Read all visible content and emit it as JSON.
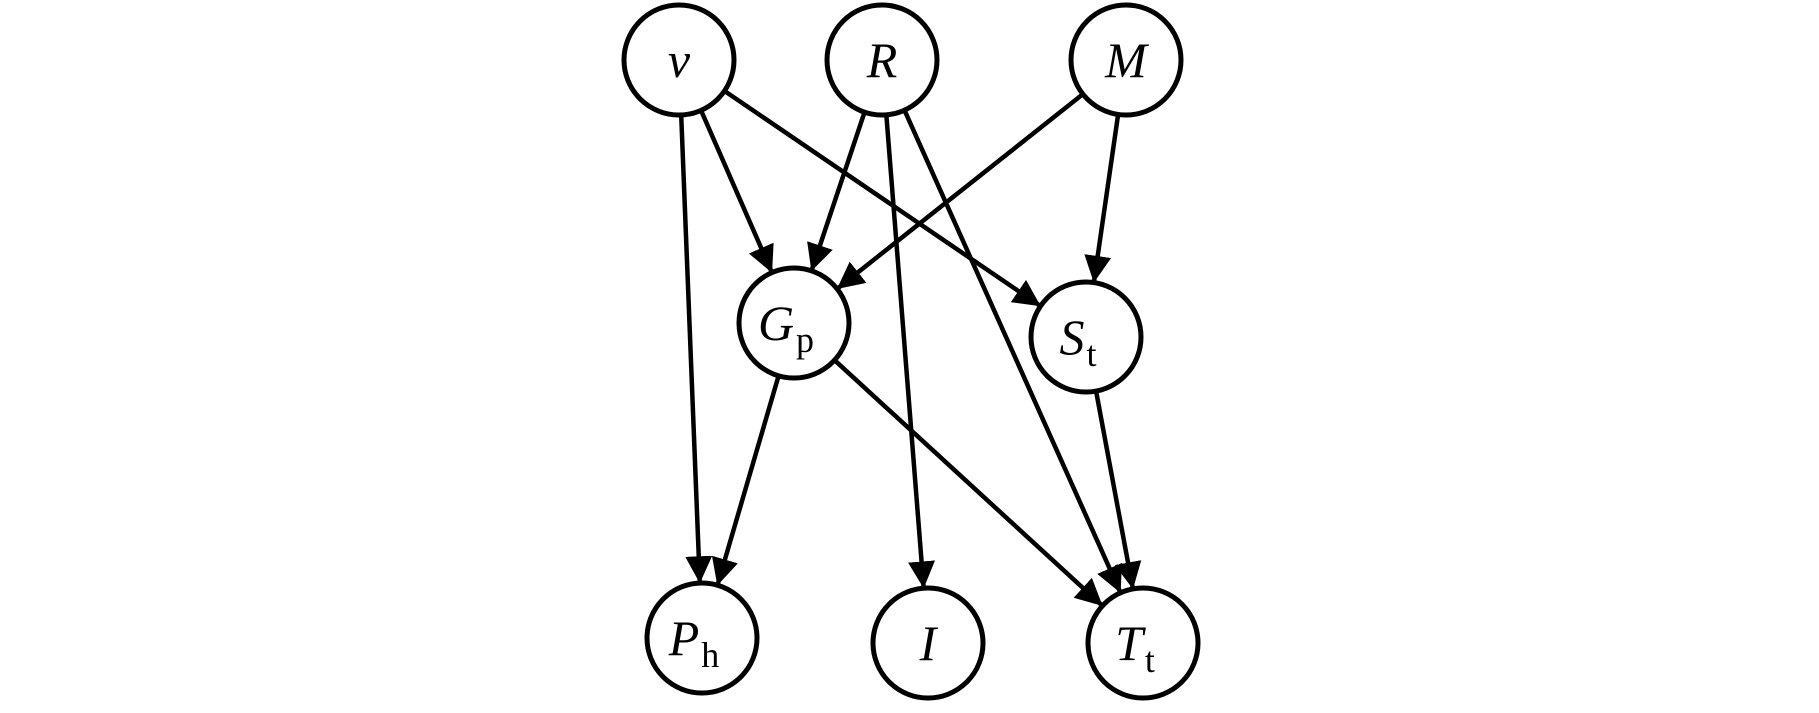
{
  "diagram": {
    "nodes": [
      {
        "id": "v",
        "label": "v",
        "sub": ""
      },
      {
        "id": "R",
        "label": "R",
        "sub": ""
      },
      {
        "id": "M",
        "label": "M",
        "sub": ""
      },
      {
        "id": "Gp",
        "label": "G",
        "sub": "p"
      },
      {
        "id": "St",
        "label": "S",
        "sub": "t"
      },
      {
        "id": "Ph",
        "label": "P",
        "sub": "h"
      },
      {
        "id": "I",
        "label": "I",
        "sub": ""
      },
      {
        "id": "Tt",
        "label": "T",
        "sub": "t"
      }
    ],
    "edges": [
      {
        "from": "v",
        "to": "Ph"
      },
      {
        "from": "v",
        "to": "Gp"
      },
      {
        "from": "v",
        "to": "St"
      },
      {
        "from": "R",
        "to": "Gp"
      },
      {
        "from": "R",
        "to": "I"
      },
      {
        "from": "R",
        "to": "Tt"
      },
      {
        "from": "M",
        "to": "Gp"
      },
      {
        "from": "M",
        "to": "St"
      },
      {
        "from": "Gp",
        "to": "Ph"
      },
      {
        "from": "Gp",
        "to": "Tt"
      },
      {
        "from": "St",
        "to": "Tt"
      }
    ]
  }
}
